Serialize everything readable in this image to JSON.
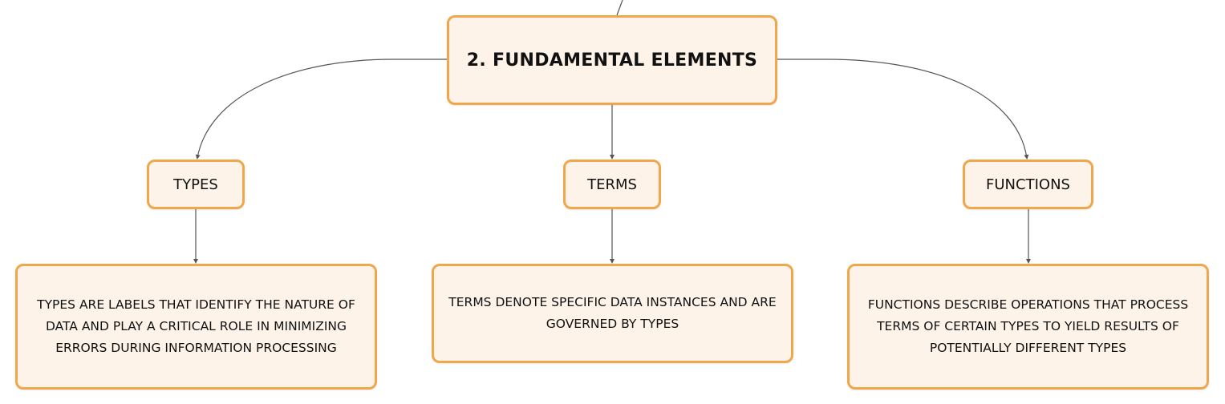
{
  "root": {
    "label": "2. FUNDAMENTAL ELEMENTS"
  },
  "categories": [
    {
      "key": "types",
      "label": "TYPES"
    },
    {
      "key": "terms",
      "label": "TERMS"
    },
    {
      "key": "functions",
      "label": "FUNCTIONS"
    }
  ],
  "descriptions": [
    {
      "key": "types",
      "text": "TYPES ARE LABELS THAT IDENTIFY THE NATURE OF DATA AND PLAY A CRITICAL ROLE IN MINIMIZING ERRORS DURING INFORMATION PROCESSING"
    },
    {
      "key": "terms",
      "text": "TERMS DENOTE SPECIFIC DATA INSTANCES AND ARE GOVERNED BY TYPES"
    },
    {
      "key": "functions",
      "text": "FUNCTIONS DESCRIBE OPERATIONS THAT PROCESS TERMS OF CERTAIN TYPES TO YIELD RESULTS OF POTENTIALLY DIFFERENT TYPES"
    }
  ],
  "colors": {
    "node_fill": "#fdf3e8",
    "node_border": "#f0a64a",
    "connector": "#555555"
  }
}
